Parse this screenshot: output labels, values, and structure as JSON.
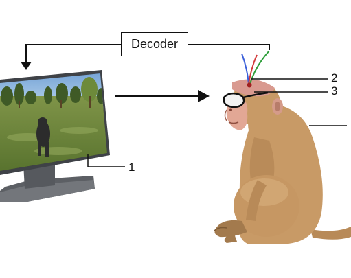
{
  "decoder": {
    "label": "Decoder"
  },
  "labels": {
    "l1": "1",
    "l2": "2",
    "l3": "3"
  },
  "colors": {
    "wire_blue": "#3a5fd9",
    "wire_green": "#2e9e3a",
    "wire_red": "#d23a3a",
    "monkey_fur": "#c89a66",
    "monitor_frame": "#4a4d52",
    "sky": "#79a9d8",
    "grass": "#6f8a3c"
  },
  "icons": [
    "monitor-icon",
    "monkey-icon",
    "electrode-icon",
    "eye-tracker-glasses-icon"
  ]
}
